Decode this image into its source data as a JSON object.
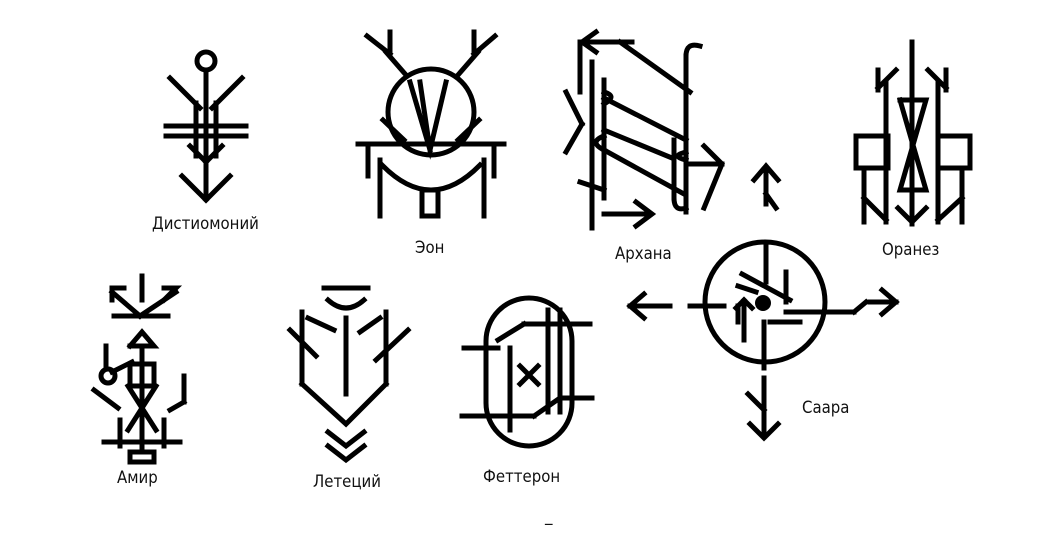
{
  "sigils": [
    {
      "name": "Дистиомоний"
    },
    {
      "name": "Эон"
    },
    {
      "name": "Архана"
    },
    {
      "name": "Оранез"
    },
    {
      "name": "Амир"
    },
    {
      "name": "Летеций"
    },
    {
      "name": "Феттерон"
    },
    {
      "name": "Саара"
    }
  ],
  "footer_mark": "_"
}
